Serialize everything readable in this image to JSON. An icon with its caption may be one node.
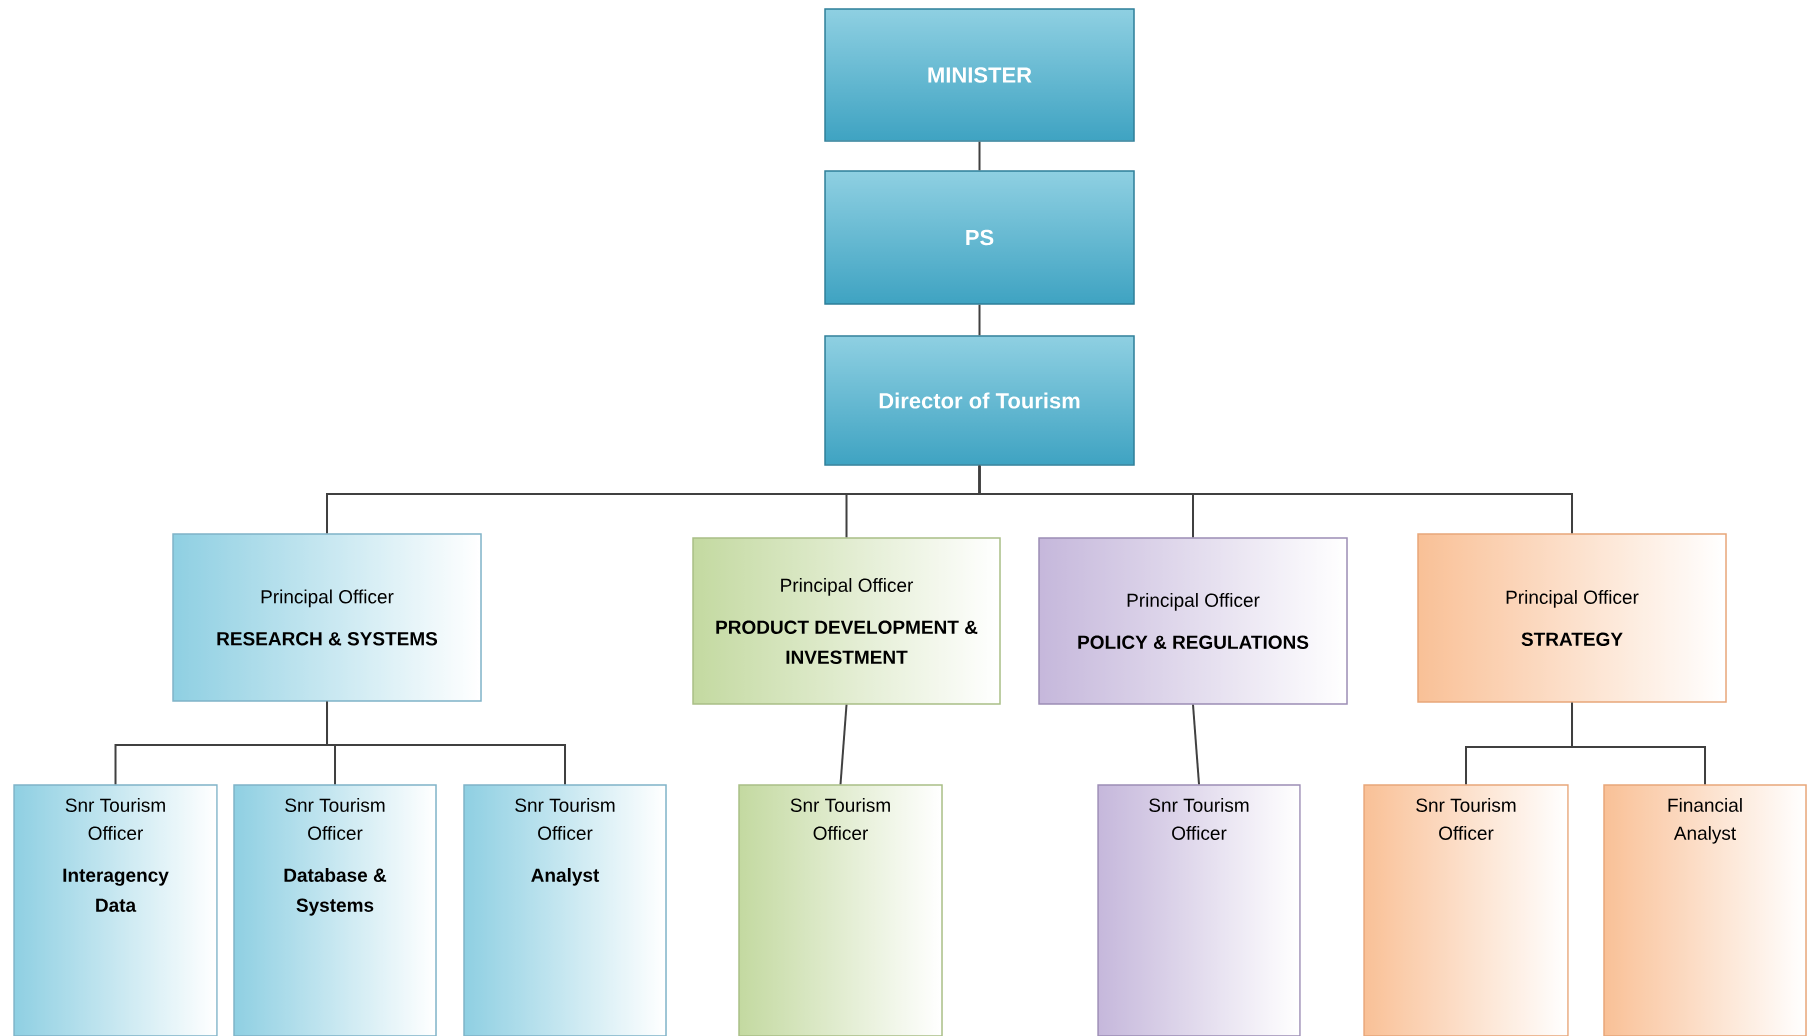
{
  "diagram": {
    "nodes": [
      {
        "text": [
          "MINISTER"
        ]
      },
      {
        "text": [
          "PS"
        ]
      },
      {
        "text": [
          "Director of Tourism"
        ]
      },
      {
        "text": [
          "Principal Officer",
          "RESEARCH & SYSTEMS"
        ]
      },
      {
        "text": [
          "Principal Officer",
          "PRODUCT DEVELOPMENT & INVESTMENT"
        ]
      },
      {
        "text": [
          "Principal Officer",
          "POLICY & REGULATIONS"
        ]
      },
      {
        "text": [
          "Principal Officer",
          "STRATEGY"
        ]
      },
      {
        "text": [
          "Snr Tourism Officer",
          "Interagency Data"
        ]
      },
      {
        "text": [
          "Snr Tourism Officer",
          "Database & Systems"
        ]
      },
      {
        "text": [
          "Snr Tourism Officer",
          "Analyst"
        ]
      },
      {
        "text": [
          "Snr Tourism Officer"
        ]
      },
      {
        "text": [
          "Snr Tourism Officer"
        ]
      },
      {
        "text": [
          "Snr Tourism Officer"
        ]
      },
      {
        "text": [
          "Financial Analyst"
        ]
      }
    ],
    "edges": [
      {
        "from": 0,
        "to": 1,
        "arrow": "none"
      },
      {
        "from": 1,
        "to": 2,
        "arrow": "none"
      },
      {
        "from": 2,
        "to": 3,
        "arrow": "none"
      },
      {
        "from": 2,
        "to": 4,
        "arrow": "none"
      },
      {
        "from": 2,
        "to": 5,
        "arrow": "none"
      },
      {
        "from": 2,
        "to": 6,
        "arrow": "none"
      },
      {
        "from": 3,
        "to": 7,
        "arrow": "none"
      },
      {
        "from": 3,
        "to": 8,
        "arrow": "none"
      },
      {
        "from": 3,
        "to": 9,
        "arrow": "none"
      },
      {
        "from": 4,
        "to": 10,
        "arrow": "none"
      },
      {
        "from": 5,
        "to": 11,
        "arrow": "none"
      },
      {
        "from": 6,
        "to": 12,
        "arrow": "none"
      },
      {
        "from": 6,
        "to": 13,
        "arrow": "none"
      }
    ]
  }
}
